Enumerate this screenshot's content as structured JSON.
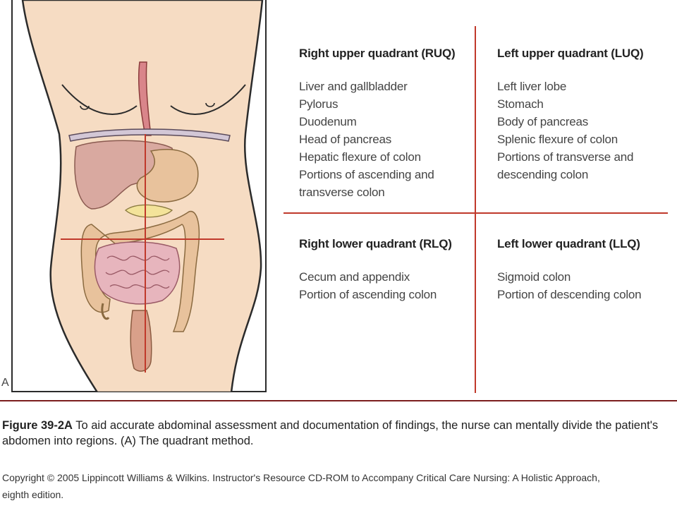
{
  "figure": {
    "panel_letter": "A"
  },
  "quadrants": {
    "ruq": {
      "title": "Right upper quadrant (RUQ)",
      "items": [
        "Liver and gallbladder",
        "Pylorus",
        "Duodenum",
        "Head of pancreas",
        "Hepatic flexure of colon",
        "Portions of ascending and",
        "transverse colon"
      ]
    },
    "luq": {
      "title": "Left upper quadrant (LUQ)",
      "items": [
        "Left liver lobe",
        "Stomach",
        "Body of pancreas",
        "Splenic flexure of colon",
        "Portions of transverse and",
        "descending colon"
      ]
    },
    "rlq": {
      "title": "Right lower quadrant (RLQ)",
      "items": [
        "Cecum and appendix",
        "Portion of ascending colon"
      ]
    },
    "llq": {
      "title": "Left lower quadrant (LLQ)",
      "items": [
        "Sigmoid colon",
        "Portion of descending colon"
      ]
    }
  },
  "caption": {
    "label": "Figure 39-2A",
    "text": " To aid accurate abdominal assessment and documentation of findings, the nurse can mentally divide the patient's abdomen into regions. (A) The quadrant method."
  },
  "copyright": {
    "line1": "Copyright © 2005 Lippincott Williams & Wilkins.  Instructor's Resource CD-ROM to Accompany Critical Care Nursing: A Holistic Approach,",
    "line2": "eighth edition."
  },
  "colors": {
    "divider": "#c0392b",
    "skin": "#f6dcc3",
    "outline": "#2b2b2b",
    "liver": "#d9a9a0",
    "colon": "#e8c29c",
    "small_intestine": "#e7b5bd"
  }
}
